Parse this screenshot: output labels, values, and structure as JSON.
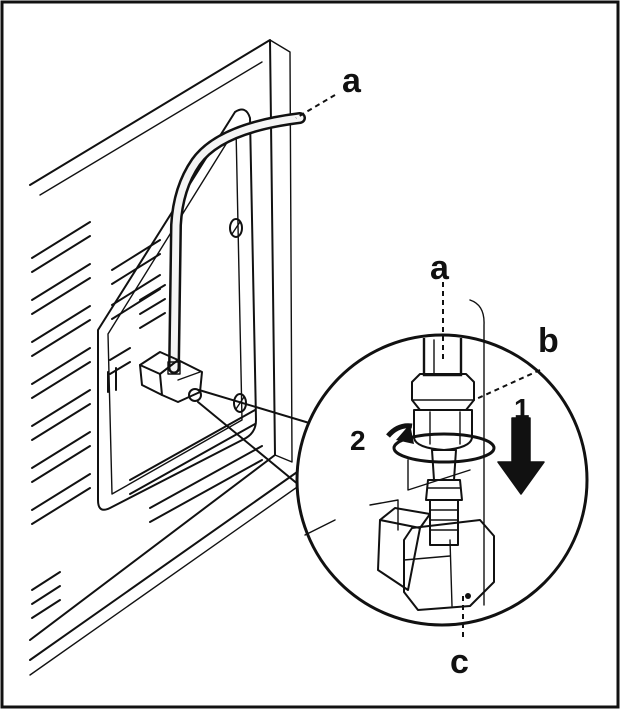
{
  "labels": {
    "hose_top": "a",
    "hose_detail": "a",
    "nut": "b",
    "elbow": "c",
    "step_1": "1",
    "step_2": "2"
  },
  "colors": {
    "ink": "#111111",
    "paper": "#ffffff",
    "hose_fill": "#f4f4f4"
  }
}
